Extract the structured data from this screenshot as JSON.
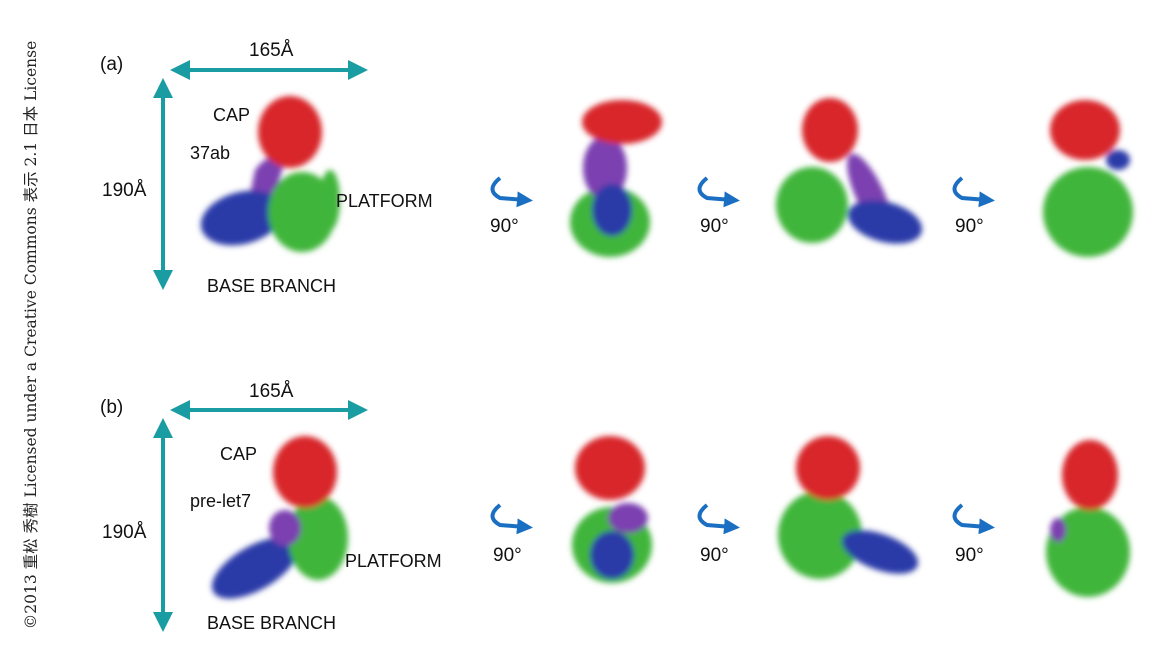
{
  "copyright": "©2013 重松 秀樹 Licensed under a Creative Commons 表示 2.1 日本 License",
  "colors": {
    "dimension_arrow": "#1a9ca3",
    "rotation_arrow": "#1b6fc2",
    "cap": "#d8262c",
    "linker": "#7b3fb0",
    "base_branch": "#2b3aa8",
    "platform": "#3fb53a"
  },
  "panels": [
    {
      "label": "(a)",
      "width": "165Å",
      "height": "190Å",
      "cap": "CAP",
      "linker": "37ab",
      "platform": "PLATFORM",
      "base": "BASE BRANCH",
      "rotations": [
        "90°",
        "90°",
        "90°"
      ]
    },
    {
      "label": "(b)",
      "width": "165Å",
      "height": "190Å",
      "cap": "CAP",
      "linker": "pre-let7",
      "platform": "PLATFORM",
      "base": "BASE BRANCH",
      "rotations": [
        "90°",
        "90°",
        "90°"
      ]
    }
  ]
}
